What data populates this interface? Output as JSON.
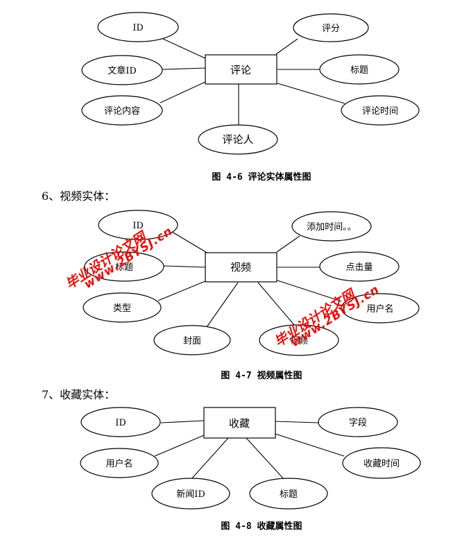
{
  "diagrams": [
    {
      "entity": "评论",
      "attributes": [
        "ID",
        "文章ID",
        "评论内容",
        "评论人",
        "评分",
        "标题",
        "评论时间"
      ],
      "caption": "图 4-6 评论实体属性图"
    },
    {
      "heading": "6、视频实体：",
      "entity": "视频",
      "attributes": [
        "ID",
        "标题",
        "类型",
        "封面",
        "视频",
        "用户名",
        "点击量",
        "添加时间。。"
      ],
      "caption": "图 4-7 视频属性图"
    },
    {
      "heading": "7、收藏实体：",
      "entity": "收藏",
      "attributes": [
        "ID",
        "用户名",
        "新闻ID",
        "标题",
        "收藏时间",
        "字段"
      ],
      "caption": "图 4-8 收藏属性图"
    }
  ],
  "watermarks": [
    "毕业设计论文网",
    "www.2BYSJ.cn"
  ],
  "colors": {
    "watermark": "#e8100c",
    "line": "#000000",
    "background": "#ffffff"
  }
}
